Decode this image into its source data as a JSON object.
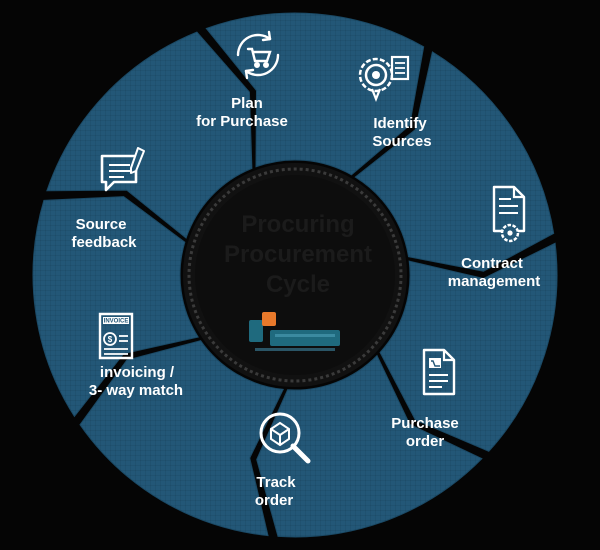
{
  "colors": {
    "background": "#050505",
    "segment": "#235777",
    "segment_edge": "#1b4a66",
    "icon": "#ffffff",
    "center_ring": "#3a3a3a",
    "center_text": "#1b1b1b",
    "logo_orange": "#e8792b",
    "logo_teal": "#1f6a7e"
  },
  "center": {
    "line1": "Procuring",
    "line2": "Procurement",
    "line3": "Cycle"
  },
  "steps": [
    {
      "id": "plan",
      "line1": "Plan",
      "line2": "for Purchase",
      "icon": "cart-cycle-icon"
    },
    {
      "id": "identify",
      "line1": "Identify",
      "line2": "Sources",
      "icon": "gear-document-icon"
    },
    {
      "id": "contract",
      "line1": "Contract",
      "line2": "management",
      "icon": "contract-gear-icon"
    },
    {
      "id": "purchase",
      "line1": "Purchase",
      "line2": "order",
      "icon": "purchase-order-icon"
    },
    {
      "id": "track",
      "line1": "Track",
      "line2": "order",
      "icon": "track-search-icon"
    },
    {
      "id": "invoicing",
      "line1": "invoicing /",
      "line2": "3- way match",
      "icon": "invoice-icon"
    },
    {
      "id": "feedback",
      "line1": "Source",
      "line2": "feedback",
      "icon": "feedback-chat-icon"
    }
  ],
  "invoice_icon_text": "INVOICE"
}
